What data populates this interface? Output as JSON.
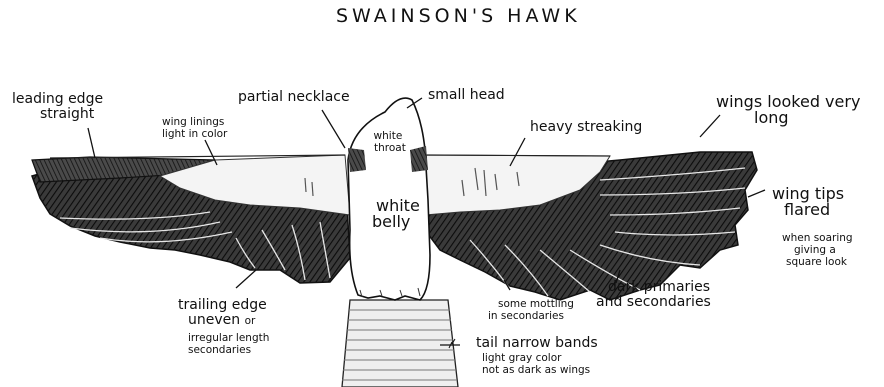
{
  "title": "SWAINSON'S HAWK",
  "labels": {
    "leading_edge": [
      "leading edge",
      "straight"
    ],
    "wing_linings": [
      "wing linings",
      "light in color"
    ],
    "partial_necklace": "partial necklace",
    "small_head": "small head",
    "wings_long": [
      "wings looked very",
      "long"
    ],
    "white_throat": [
      "white",
      "throat"
    ],
    "heavy_streaking": "heavy streaking",
    "white_belly": [
      "white",
      "belly"
    ],
    "wing_tips": [
      "wing tips",
      "flared"
    ],
    "when_soaring": [
      "when soaring",
      "giving a",
      "square look"
    ],
    "dark_primaries": [
      "dark primaries",
      "and secondaries"
    ],
    "some_mottling": [
      "some mottling",
      "in secondaries"
    ],
    "trailing_edge": [
      "trailing edge",
      "uneven"
    ],
    "trailing_edge_or": "or",
    "irregular_length": [
      "irregular length",
      "secondaries"
    ],
    "tail_bands": "tail narrow bands",
    "tail_color": [
      "light gray color",
      "not as dark as wings"
    ]
  }
}
